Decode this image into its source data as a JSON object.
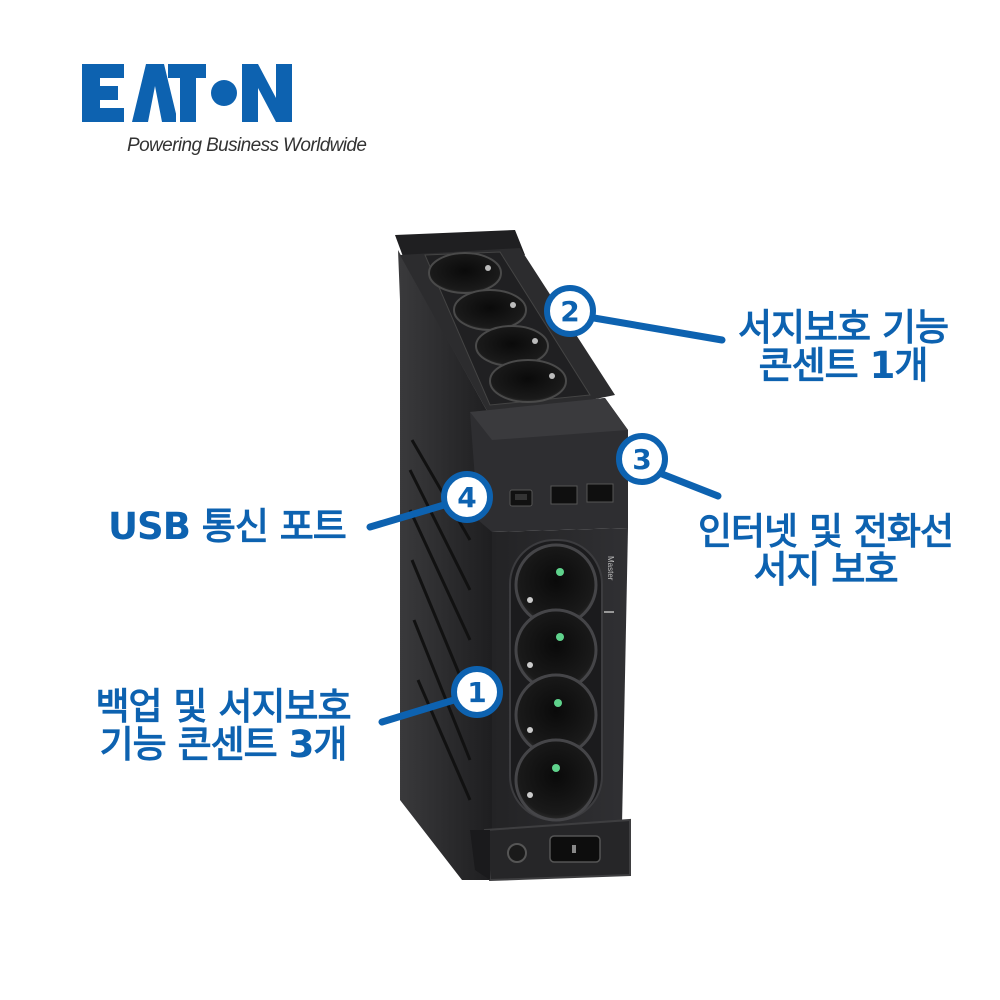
{
  "brand": {
    "logo_text": "EATON",
    "tagline": "Powering Business Worldwide",
    "color": "#0d62b0"
  },
  "product": {
    "type": "UPS with outlet strip",
    "front_label": "Master"
  },
  "callouts": [
    {
      "number": "1",
      "lines": [
        "백업 및 서지보호",
        "기능 콘센트 3개"
      ]
    },
    {
      "number": "2",
      "lines": [
        "서지보호 기능",
        "콘센트 1개"
      ]
    },
    {
      "number": "3",
      "lines": [
        "인터넷 및 전화선",
        "서지 보호"
      ]
    },
    {
      "number": "4",
      "lines": [
        "USB 통신 포트"
      ]
    }
  ],
  "colors": {
    "accent": "#0d62b0",
    "device_body": "#2a2a2c",
    "background": "#ffffff"
  }
}
